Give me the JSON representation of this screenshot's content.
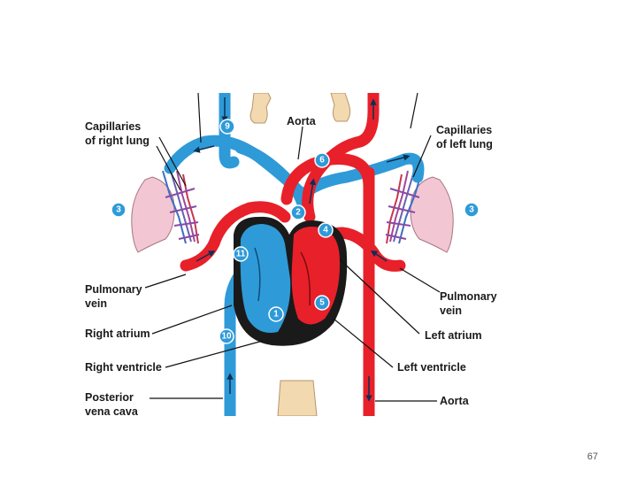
{
  "labels": {
    "capillaries_right": [
      "Capillaries",
      "of right lung"
    ],
    "aorta_top": "Aorta",
    "capillaries_left": [
      "Capillaries",
      "of left lung"
    ],
    "pulmonary_vein_left": [
      "Pulmonary",
      "vein"
    ],
    "pulmonary_vein_right": [
      "Pulmonary",
      "vein"
    ],
    "right_atrium": "Right atrium",
    "left_atrium": "Left atrium",
    "right_ventricle": "Right ventricle",
    "left_ventricle": "Left ventricle",
    "posterior": [
      "Posterior",
      "vena cava"
    ],
    "aorta_bottom": "Aorta"
  },
  "markers": {
    "n1": "1",
    "n2": "2",
    "n3_left": "3",
    "n3_right": "3",
    "n4": "4",
    "n5": "5",
    "n6": "6",
    "n9": "9",
    "n10": "10",
    "n11": "11"
  },
  "colors": {
    "oxygenated": "#e8202a",
    "deoxygenated": "#2f9ad8",
    "lung": "#f3c6d4",
    "heart_outline": "#1a1a1a",
    "marker": "#2f9ad8"
  },
  "page_number": "67"
}
